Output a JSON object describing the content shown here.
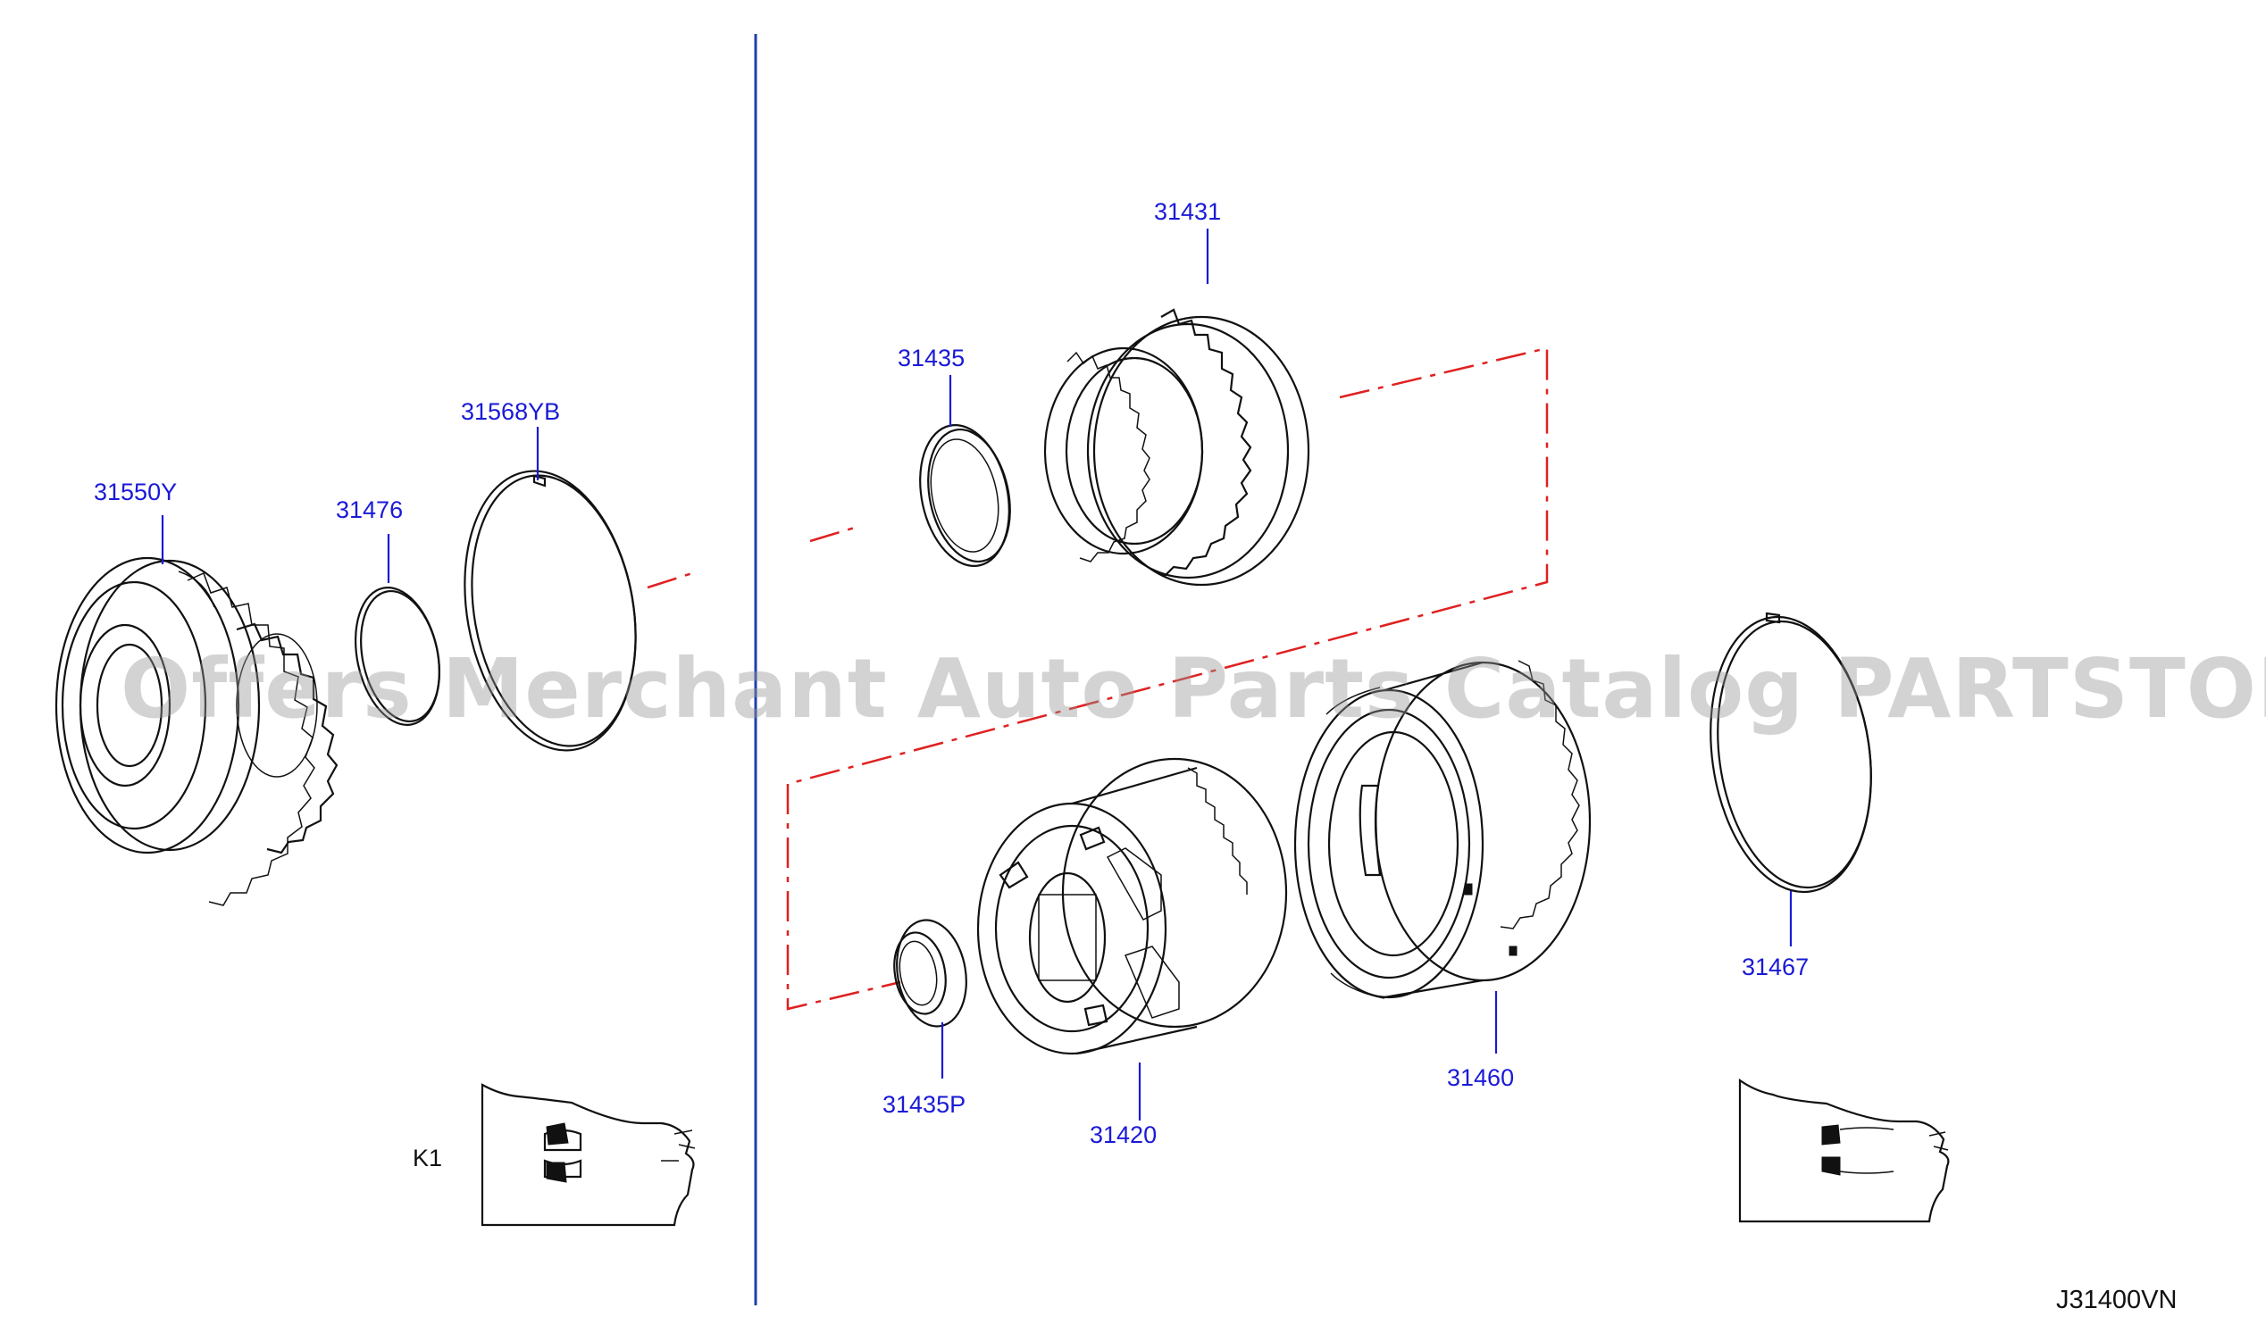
{
  "diagram": {
    "callouts": {
      "p31550y": "31550Y",
      "p31476": "31476",
      "p31568yb": "31568YB",
      "p31435": "31435",
      "p31431": "31431",
      "p31435p": "31435P",
      "p31420": "31420",
      "p31460": "31460",
      "p31467": "31467"
    },
    "inset_label": "K1",
    "drawing_code": "J31400VN",
    "watermark": "Offers Merchant Auto Parts Catalog PARTSTORE.SA"
  },
  "colors": {
    "callout_text": "#1a1ad6",
    "divider": "#1f3fb0",
    "centerline": "#e02020",
    "linework": "#111111"
  }
}
